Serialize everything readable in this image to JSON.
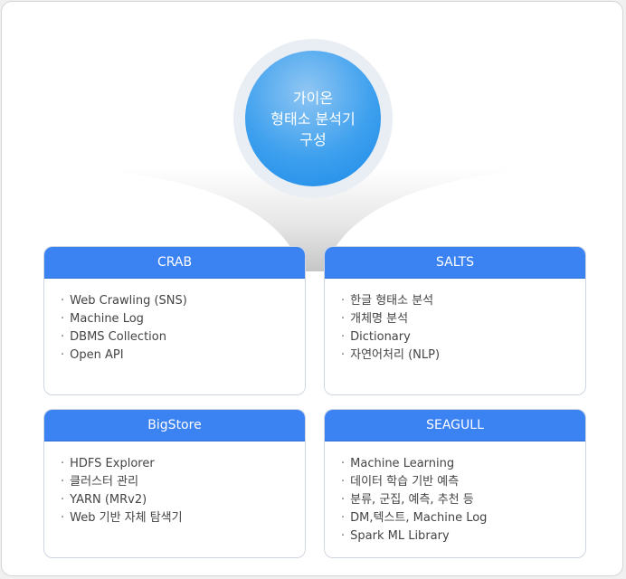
{
  "hub": {
    "lines": [
      "가이온",
      "형태소 분석기",
      "구성"
    ]
  },
  "cards": [
    {
      "title": "CRAB",
      "items": [
        "Web Crawling (SNS)",
        "Machine Log",
        "DBMS Collection",
        "Open API"
      ]
    },
    {
      "title": "SALTS",
      "items": [
        "한글 형태소 분석",
        "개체명 분석",
        "Dictionary",
        "자연어처리 (NLP)"
      ]
    },
    {
      "title": "BigStore",
      "items": [
        "HDFS Explorer",
        "클러스터 관리",
        "YARN (MRv2)",
        "Web 기반 자체 탐색기"
      ]
    },
    {
      "title": "SEAGULL",
      "items": [
        "Machine Learning",
        "데이터 학습 기반 예측",
        "분류, 군집, 예측, 추천 등",
        "DM,텍스트, Machine Log",
        "Spark ML Library"
      ]
    }
  ],
  "colors": {
    "card_header": "#3b82f2",
    "hub": "#1a8ae8"
  }
}
